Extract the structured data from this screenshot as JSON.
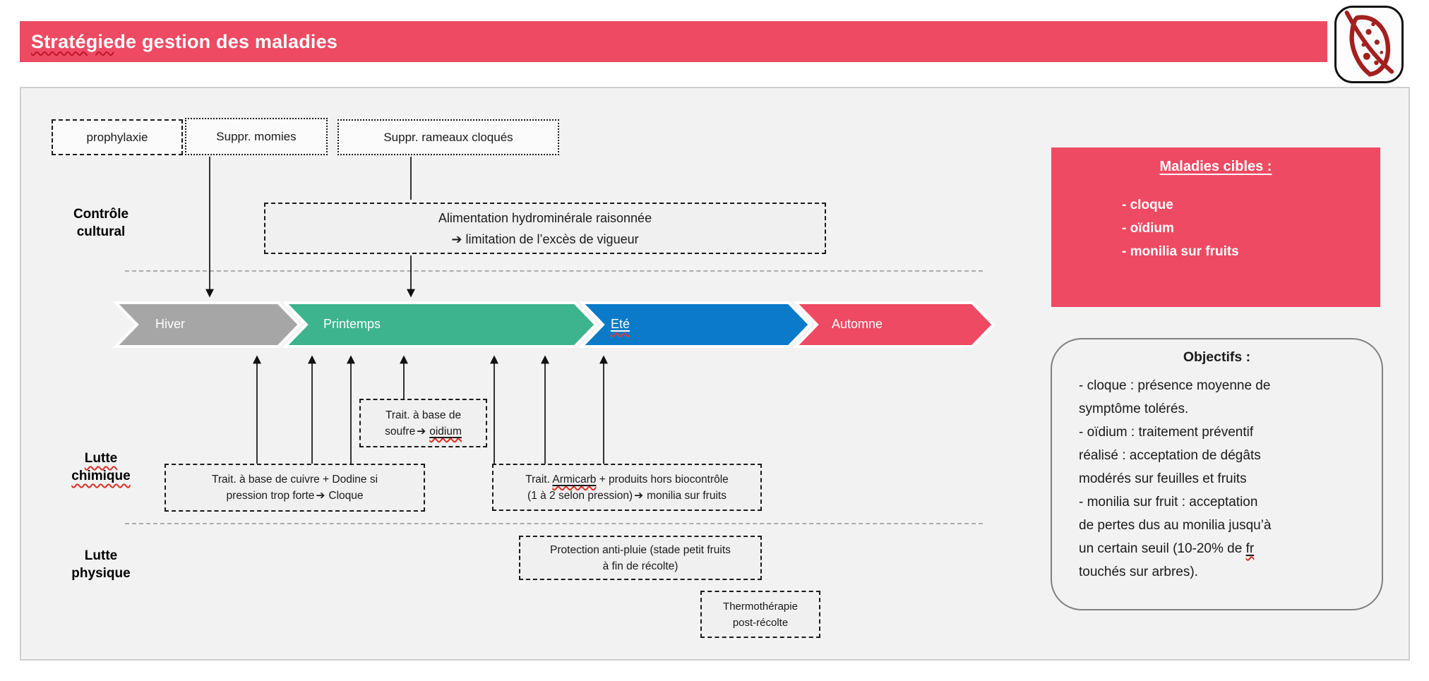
{
  "header": {
    "title_word": "Stratégie",
    "title_rest": " de gestion des maladies"
  },
  "colors": {
    "accent_pink": "#EE4A63",
    "season_gray": "#A6A6A6",
    "season_green": "#3DB48E",
    "season_blue": "#0B7AC9",
    "leaf_red": "#A2201F"
  },
  "sections": {
    "cultural_line1": "Contrôle",
    "cultural_line2": "cultural",
    "chimique_line1": "Lutte",
    "chimique_line2": "chimique",
    "physique_line1": "Lutte",
    "physique_line2": "physique"
  },
  "top_boxes": {
    "prophylaxie": "prophylaxie",
    "momies": "Suppr. momies",
    "rameaux": "Suppr. rameaux cloqués"
  },
  "alimentation": {
    "line1": "Alimentation hydrominérale raisonnée",
    "arrow": "➔",
    "line2": "limitation de l’excès de vigueur"
  },
  "timeline": {
    "seasons": [
      {
        "label": "Hiver"
      },
      {
        "label": "Printemps"
      },
      {
        "label": "Eté"
      },
      {
        "label": "Automne"
      }
    ]
  },
  "chimique": {
    "cuivre_line1": "Trait. à base de cuivre + Dodine si",
    "cuivre_line2_pre": "pression trop forte",
    "cuivre_arrow": "➔",
    "cuivre_line2_post": "Cloque",
    "soufre_line1": "Trait. à base de",
    "soufre_line2_pre": "soufre",
    "soufre_arrow": "➔",
    "soufre_word": "oidium",
    "armicarb_line1_pre": "Trait. ",
    "armicarb_word": "Armicarb",
    "armicarb_line1_post": " + produits hors biocontrôle",
    "armicarb_line2_pre": "(1 à 2 selon pression)",
    "armicarb_arrow": "➔",
    "armicarb_line2_post": "monilia sur fruits"
  },
  "physique": {
    "protection_line1": "Protection anti-pluie (stade petit fruits",
    "protection_line2": "à fin de récolte)",
    "thermo_line1": "Thermothérapie",
    "thermo_line2": "post-récolte"
  },
  "maladies": {
    "title": "Maladies cibles :",
    "items": [
      "- cloque",
      "- oïdium",
      "- monilia sur fruits"
    ]
  },
  "objectifs": {
    "title": "Objectifs :",
    "lines": [
      "- cloque : présence moyenne de",
      "symptôme tolérés.",
      "- oïdium : traitement préventif",
      "réalisé : acceptation de dégâts",
      "modérés sur feuilles et fruits",
      "- monilia sur fruit : acceptation",
      "de pertes dus au monilia jusqu’à",
      "un certain seuil (10-20% de "
    ],
    "fr_word": "fr",
    "last_line": "touchés sur arbres)."
  }
}
